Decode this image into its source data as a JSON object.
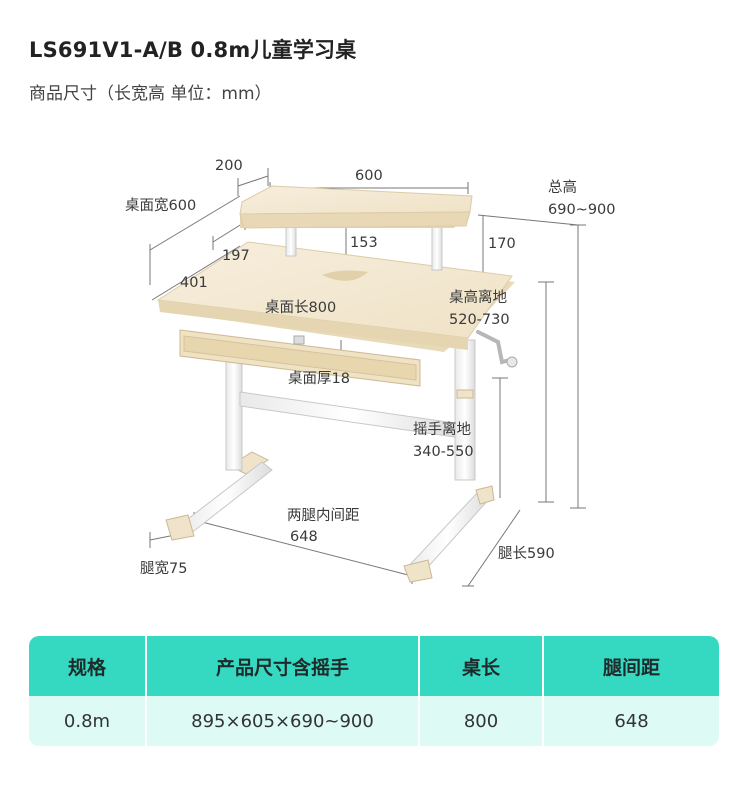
{
  "header": {
    "title": "LS691V1-A/B 0.8m儿童学习桌",
    "subtitle": "商品尺寸（长宽高 单位：mm）"
  },
  "dimensions": {
    "shelf_depth": "200",
    "shelf_width": "600",
    "desk_width_label": "桌面宽600",
    "total_height_title": "总高",
    "total_height_value": "690~900",
    "shelf_gap": "153",
    "shelf_height": "170",
    "inner_197": "197",
    "inner_401": "401",
    "desk_length": "桌面长800",
    "desk_height_title": "桌高离地",
    "desk_height_value": "520-730",
    "desk_thickness": "桌面厚18",
    "crank_height_title": "摇手离地",
    "crank_height_value": "340-550",
    "leg_spacing_title": "两腿内间距",
    "leg_spacing_value": "648",
    "leg_width": "腿宽75",
    "leg_length": "腿长590"
  },
  "colors": {
    "desk_top": "#f3e8d2",
    "desk_edge": "#e2d2b3",
    "frame": "#f5f5f5",
    "frame_stroke": "#c8c8c8",
    "table_header": "#35d8c1",
    "table_body": "#ddfaf4"
  },
  "table": {
    "headers": [
      "规格",
      "产品尺寸含摇手",
      "桌长",
      "腿间距"
    ],
    "row": [
      "0.8m",
      "895×605×690~900",
      "800",
      "648"
    ]
  }
}
